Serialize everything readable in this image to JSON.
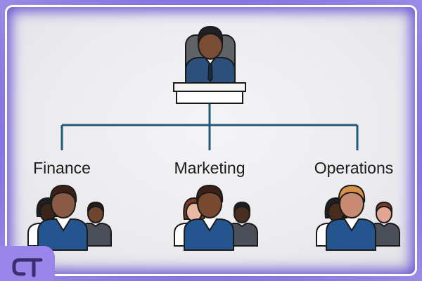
{
  "departments": [
    {
      "label": "Finance"
    },
    {
      "label": "Marketing"
    },
    {
      "label": "Operations"
    }
  ],
  "colors": {
    "connector": "#1f5a78",
    "suit_dark": "#24436a",
    "suit_blue": "#2e6aa3",
    "frame": "#7b68e0",
    "logo_tab": "#9a86ea"
  },
  "icons": {
    "leader": "executive-at-desk-icon",
    "team": "team-group-icon",
    "logo": "ct-logo-icon"
  }
}
